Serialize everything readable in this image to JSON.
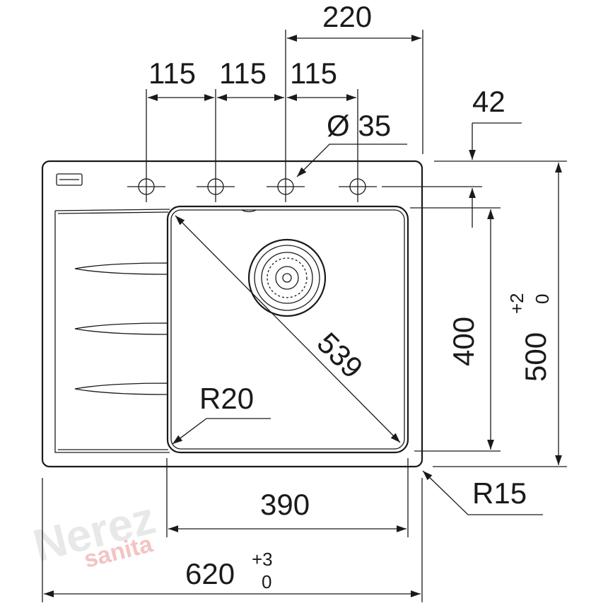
{
  "dimensions": {
    "d220": "220",
    "d115a": "115",
    "d115b": "115",
    "d115c": "115",
    "d42": "42",
    "diameter": "Ø 35",
    "diagonal": "539",
    "inner_radius": "R20",
    "height_400": "400",
    "height_500": "500",
    "height_500_tol_upper": "+2",
    "height_500_tol_lower": "0",
    "width_390": "390",
    "outer_radius": "R15",
    "width_620": "620",
    "width_620_tol_upper": "+3",
    "width_620_tol_lower": "0"
  },
  "watermark": {
    "brand": "Nerez",
    "sub": "sanita",
    "colors": {
      "brand": "#e6e6e6",
      "sub": "#f3c3c3"
    }
  },
  "colors": {
    "line": "#1a1a1a",
    "background": "#ffffff"
  }
}
